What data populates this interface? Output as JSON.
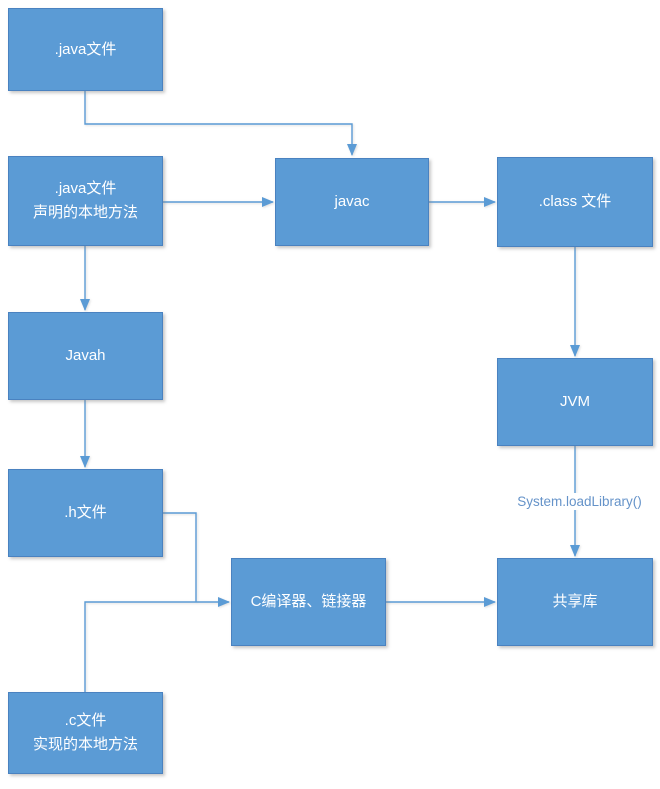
{
  "diagram": {
    "title_note": "JNI build flow diagram",
    "nodes": {
      "java_file": {
        "label": ".java文件"
      },
      "java_file_native": {
        "line1": ".java文件",
        "line2": "声明的本地方法"
      },
      "javac": {
        "label": "javac"
      },
      "class_file": {
        "label": ".class 文件"
      },
      "javah": {
        "label": "Javah"
      },
      "jvm": {
        "label": "JVM"
      },
      "h_file": {
        "label": ".h文件"
      },
      "c_compiler": {
        "label": "C编译器、链接器"
      },
      "shared_lib": {
        "label": "共享库"
      },
      "c_file": {
        "line1": ".c文件",
        "line2": "实现的本地方法"
      }
    },
    "edge_labels": {
      "load_library": "System.loadLibrary()"
    },
    "colors": {
      "node_fill": "#5b9bd5",
      "node_border": "#4a82c0",
      "node_text": "#ffffff",
      "connector": "#5b9bd5",
      "edge_label_text": "#6593c9",
      "background": "#ffffff"
    }
  }
}
